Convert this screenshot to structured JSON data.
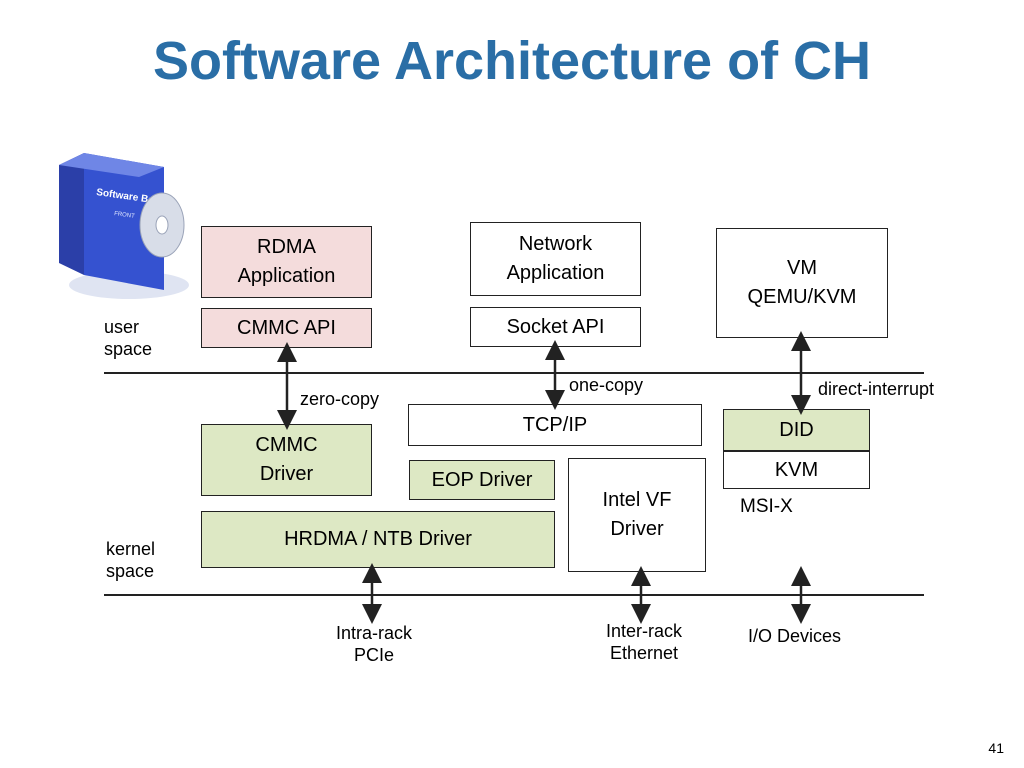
{
  "title": "Software Architecture of CH",
  "software_box": {
    "label": "Software Box",
    "sublabel": "FRONT",
    "icon": "software-box-icon"
  },
  "layers": {
    "user_space": [
      "user",
      "space"
    ],
    "kernel_space": [
      "kernel",
      "space"
    ]
  },
  "boxes": {
    "rdma_app": [
      "RDMA",
      "Application"
    ],
    "cmmc_api": "CMMC API",
    "network_app": [
      "Network",
      "Application"
    ],
    "socket_api": "Socket API",
    "vm": [
      "VM",
      "QEMU/KVM"
    ],
    "tcpip": "TCP/IP",
    "cmmc_driver": [
      "CMMC",
      "Driver"
    ],
    "eop_driver": "EOP Driver",
    "intel_vf": [
      "Intel VF",
      "Driver"
    ],
    "did": "DID",
    "kvm": "KVM",
    "hrdma": "HRDMA / NTB Driver"
  },
  "annotations": {
    "zero_copy": "zero-copy",
    "one_copy": "one-copy",
    "direct_interrupt": "direct-interrupt",
    "msix": "MSI-X"
  },
  "bottom": {
    "intra_rack": [
      "Intra-rack",
      "PCIe"
    ],
    "inter_rack": [
      "Inter-rack",
      "Ethernet"
    ],
    "io_devices": "I/O Devices"
  },
  "page_number": "41",
  "colors": {
    "title": "#2a6ea6",
    "pink": "#f4dcdc",
    "green": "#dde8c4"
  }
}
